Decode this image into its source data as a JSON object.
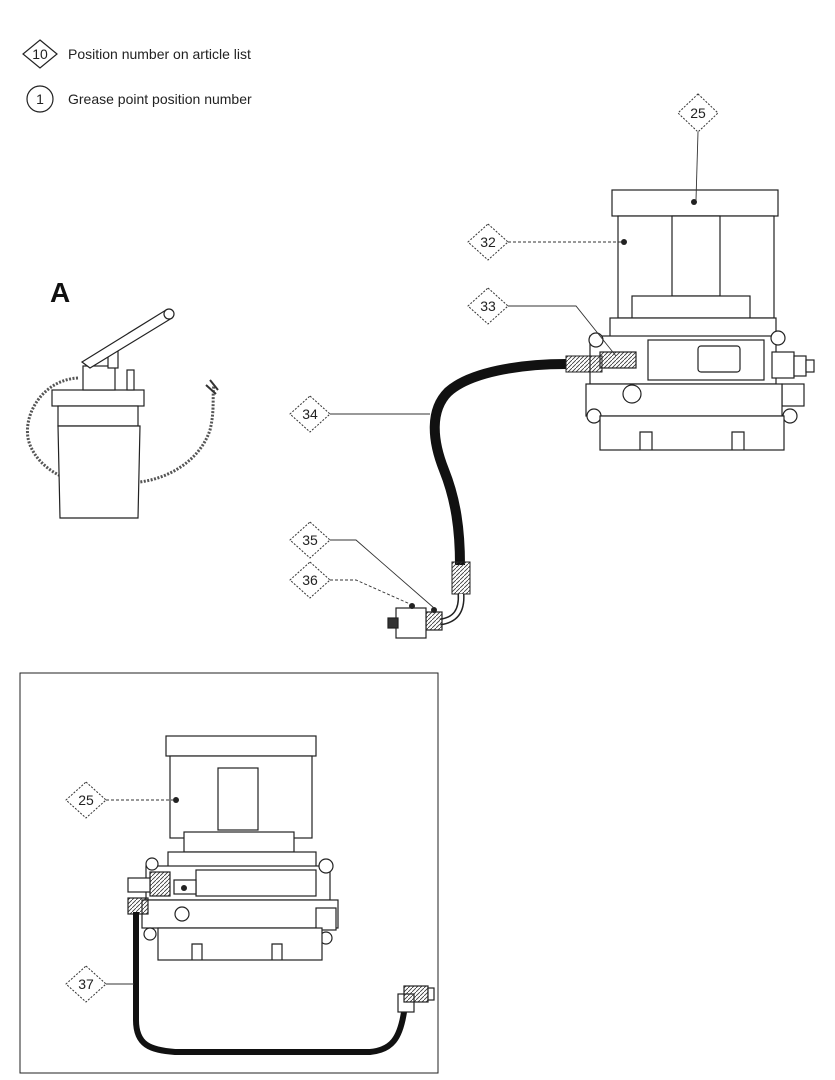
{
  "legend": {
    "position_symbol": "10",
    "position_text": "Position number on article list",
    "grease_symbol": "1",
    "grease_text": "Grease point position number"
  },
  "section_label": "A",
  "callouts": {
    "c25_top": "25",
    "c32": "32",
    "c33": "33",
    "c34": "34",
    "c35": "35",
    "c36": "36",
    "c25_inset": "25",
    "c37": "37"
  }
}
